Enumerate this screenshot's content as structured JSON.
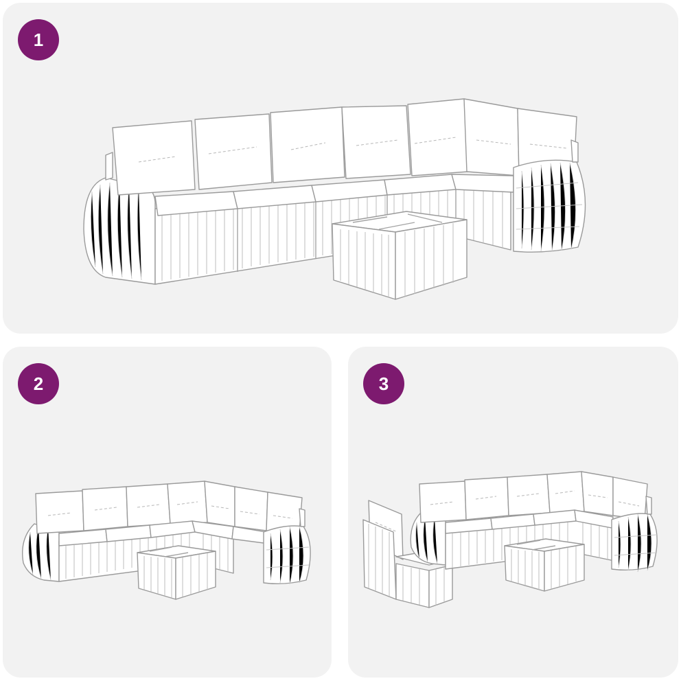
{
  "colors": {
    "panel_bg": "#f2f2f2",
    "badge_bg": "#7d1a6f",
    "line": "#a4a4a4",
    "cushion": "#ffffff"
  },
  "panels": [
    {
      "step_label": "1",
      "illustration": "sofa-set-straight-with-coffee-table"
    },
    {
      "step_label": "2",
      "illustration": "sofa-set-corner-with-coffee-table"
    },
    {
      "step_label": "3",
      "illustration": "sofa-set-with-separate-chair-and-coffee-table"
    }
  ]
}
